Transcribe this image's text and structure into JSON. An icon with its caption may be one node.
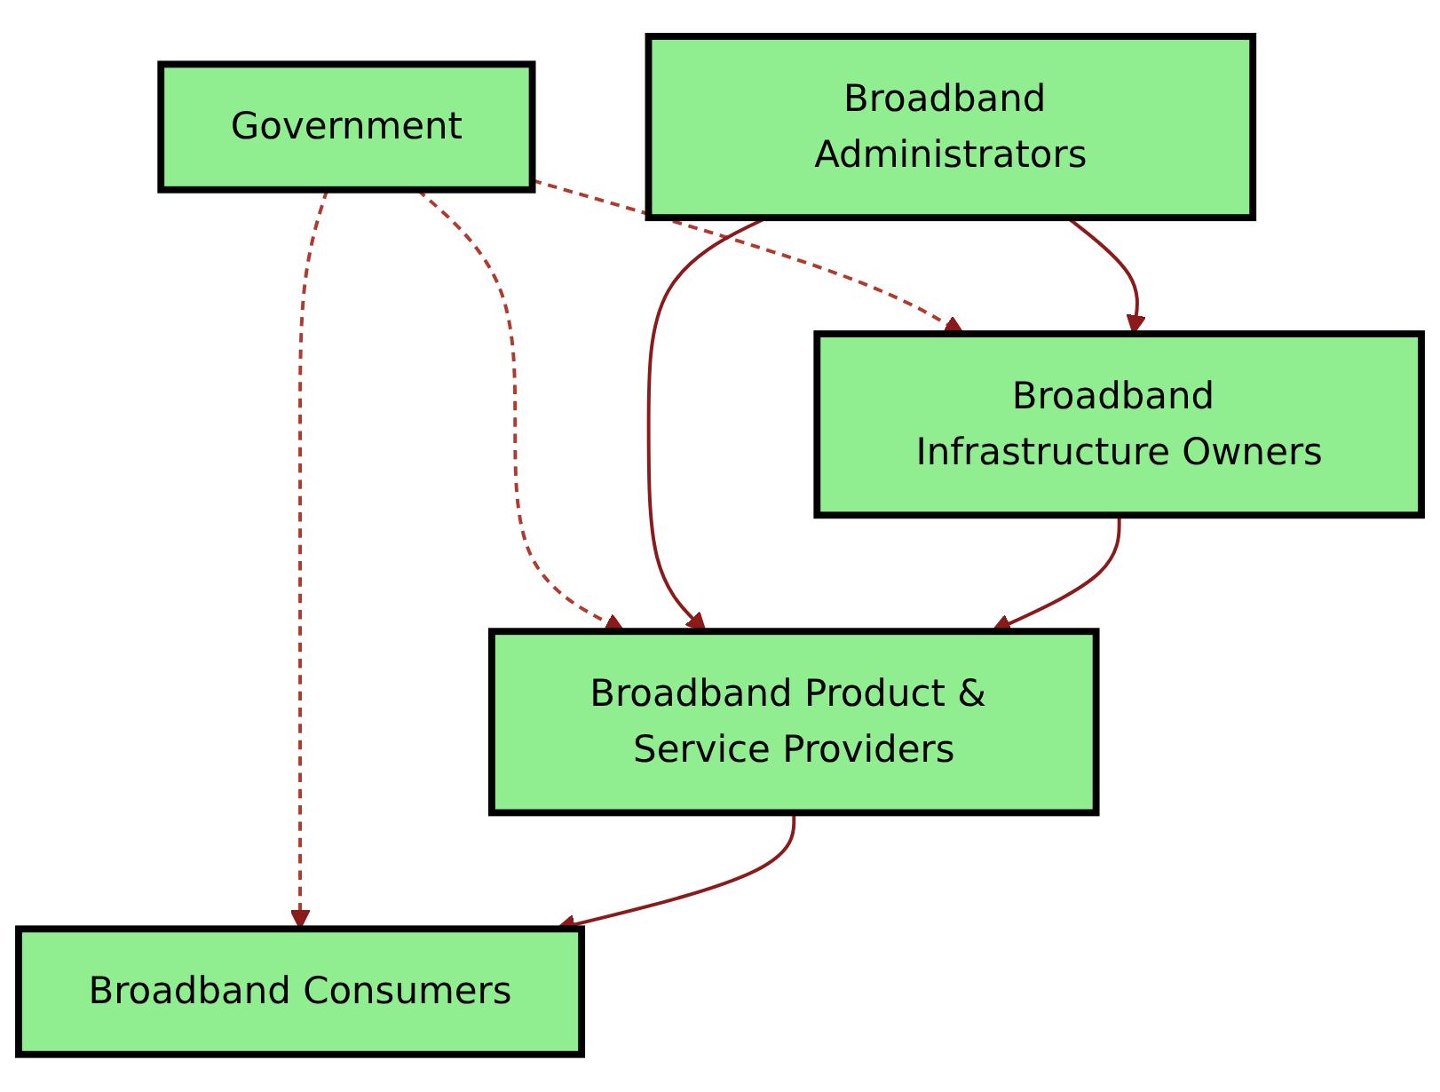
{
  "diagram": {
    "nodes": [
      {
        "text": [
          "Government"
        ]
      },
      {
        "text": [
          "Broadband Administrators"
        ]
      },
      {
        "text": [
          "Broadband Product & Service Providers"
        ]
      },
      {
        "text": [
          "Broadband Infrastructure Owners"
        ]
      },
      {
        "text": [
          "Broadband Consumers"
        ]
      }
    ],
    "edges": [
      {
        "from": 0,
        "to": 2,
        "arrow": "to",
        "style": "dashed"
      },
      {
        "from": 0,
        "to": 3,
        "arrow": "to",
        "style": "dashed"
      },
      {
        "from": 0,
        "to": 4,
        "arrow": "to",
        "style": "dashed"
      },
      {
        "from": 1,
        "to": 2,
        "arrow": "to"
      },
      {
        "from": 1,
        "to": 3,
        "arrow": "to"
      },
      {
        "from": 3,
        "to": 2,
        "arrow": "to"
      },
      {
        "from": 2,
        "to": 4,
        "arrow": "to"
      }
    ]
  }
}
